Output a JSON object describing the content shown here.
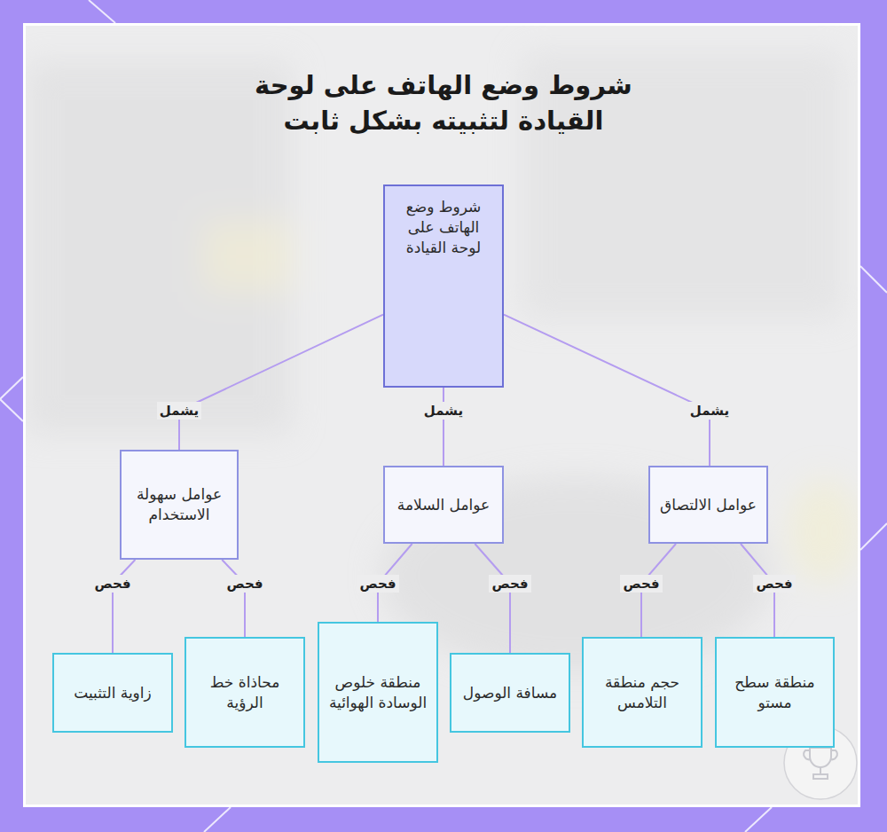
{
  "diagram": {
    "title": "شروط وضع الهاتف على لوحة القيادة لتثبيته بشكل ثابت",
    "nodes": [
      {
        "text": [
          "شروط وضع الهاتف على لوحة القيادة"
        ]
      },
      {
        "text": [
          "عوامل الالتصاق"
        ]
      },
      {
        "text": [
          "عوامل السلامة"
        ]
      },
      {
        "text": [
          "عوامل سهولة الاستخدام"
        ]
      },
      {
        "text": [
          "منطقة سطح مستو"
        ]
      },
      {
        "text": [
          "حجم منطقة التلامس"
        ]
      },
      {
        "text": [
          "مسافة الوصول"
        ]
      },
      {
        "text": [
          "منطقة خلوص الوسادة الهوائية"
        ]
      },
      {
        "text": [
          "محاذاة خط الرؤية"
        ]
      },
      {
        "text": [
          "زاوية التثبيت"
        ]
      }
    ],
    "edges": [
      {
        "from": 0,
        "to": 1,
        "label": "يشمل",
        "arrow": "none"
      },
      {
        "from": 0,
        "to": 2,
        "label": "يشمل",
        "arrow": "none"
      },
      {
        "from": 0,
        "to": 3,
        "label": "يشمل",
        "arrow": "none"
      },
      {
        "from": 1,
        "to": 4,
        "label": "فحص",
        "arrow": "none"
      },
      {
        "from": 1,
        "to": 5,
        "label": "فحص",
        "arrow": "none"
      },
      {
        "from": 2,
        "to": 6,
        "label": "فحص",
        "arrow": "none"
      },
      {
        "from": 2,
        "to": 7,
        "label": "فحص",
        "arrow": "none"
      },
      {
        "from": 3,
        "to": 8,
        "label": "فحص",
        "arrow": "none"
      },
      {
        "from": 3,
        "to": 9,
        "label": "فحص",
        "arrow": "none"
      }
    ]
  }
}
